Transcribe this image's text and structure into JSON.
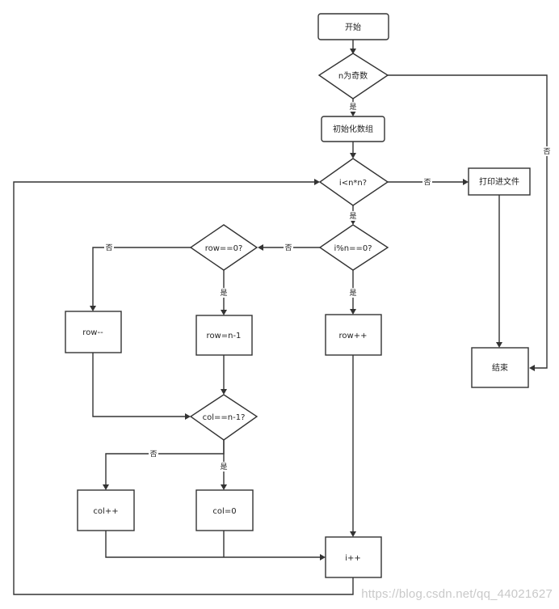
{
  "nodes": {
    "start": "开始",
    "n_odd": "n为奇数",
    "init_array": "初始化数组",
    "loop_cond": "i<n*n?",
    "print_file": "打印进文件",
    "mod_check": "i%n==0?",
    "row_zero": "row==0?",
    "row_dec": "row--",
    "row_set": "row=n-1",
    "row_inc": "row++",
    "end": "结束",
    "col_check": "col==n-1?",
    "col_inc": "col++",
    "col_zero": "col=0",
    "i_inc": "i++"
  },
  "labels": {
    "yes_init": "是",
    "no_end": "否",
    "no_print": "否",
    "yes_mod": "是",
    "no_row_zero": "否",
    "no_row_dec": "否",
    "yes_row_set": "是",
    "yes_row_inc": "是",
    "no_col_inc": "否",
    "yes_col_zero": "是"
  },
  "watermark": "https://blog.csdn.net/qq_44021627"
}
